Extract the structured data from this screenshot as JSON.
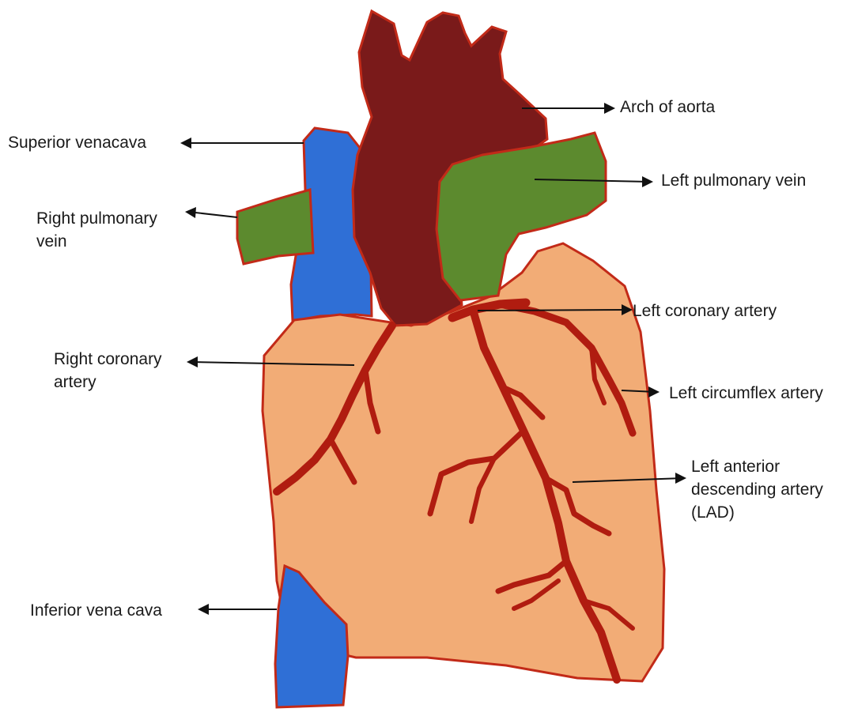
{
  "labels": {
    "arch_of_aorta": "Arch of aorta",
    "superior_vena_cava": "Superior venacava",
    "left_pulmonary_vein": "Left pulmonary vein",
    "right_pulmonary_vein": [
      "Right pulmonary",
      "vein"
    ],
    "left_coronary_artery": "Left coronary artery",
    "right_coronary_artery": [
      "Right coronary",
      "artery"
    ],
    "left_circumflex_artery": "Left circumflex artery",
    "left_anterior_descending_artery": [
      "Left anterior",
      "descending artery",
      "(LAD)"
    ],
    "inferior_vena_cava": "Inferior vena cava"
  },
  "colors": {
    "heart_fill": "#f2ac76",
    "outline": "#c22a18",
    "aorta": "#7a1a1a",
    "vena_cava": "#2f6fd6",
    "pulmonary_vein": "#5c8a2e",
    "coronary_artery": "#b01c10",
    "arrow": "#111111"
  }
}
